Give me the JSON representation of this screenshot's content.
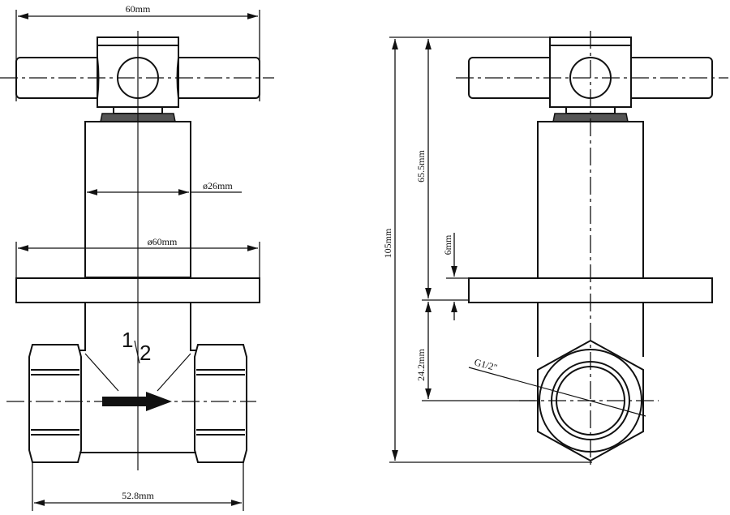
{
  "drawing": {
    "front_view": {
      "dimensions": {
        "handle_width": "60mm",
        "stem_diameter": "ø26mm",
        "flange_diameter": "ø60mm",
        "body_length": "52.8mm"
      },
      "size_label": "1/2",
      "size_numerator": "1",
      "size_denominator": "2",
      "flow_arrow": "flow-direction-arrow"
    },
    "side_view": {
      "dimensions": {
        "total_height": "105mm",
        "upper_height": "65.5mm",
        "flange_thickness": "6mm",
        "lower_height": "24.2mm"
      },
      "thread_label": "G1/2\""
    }
  }
}
